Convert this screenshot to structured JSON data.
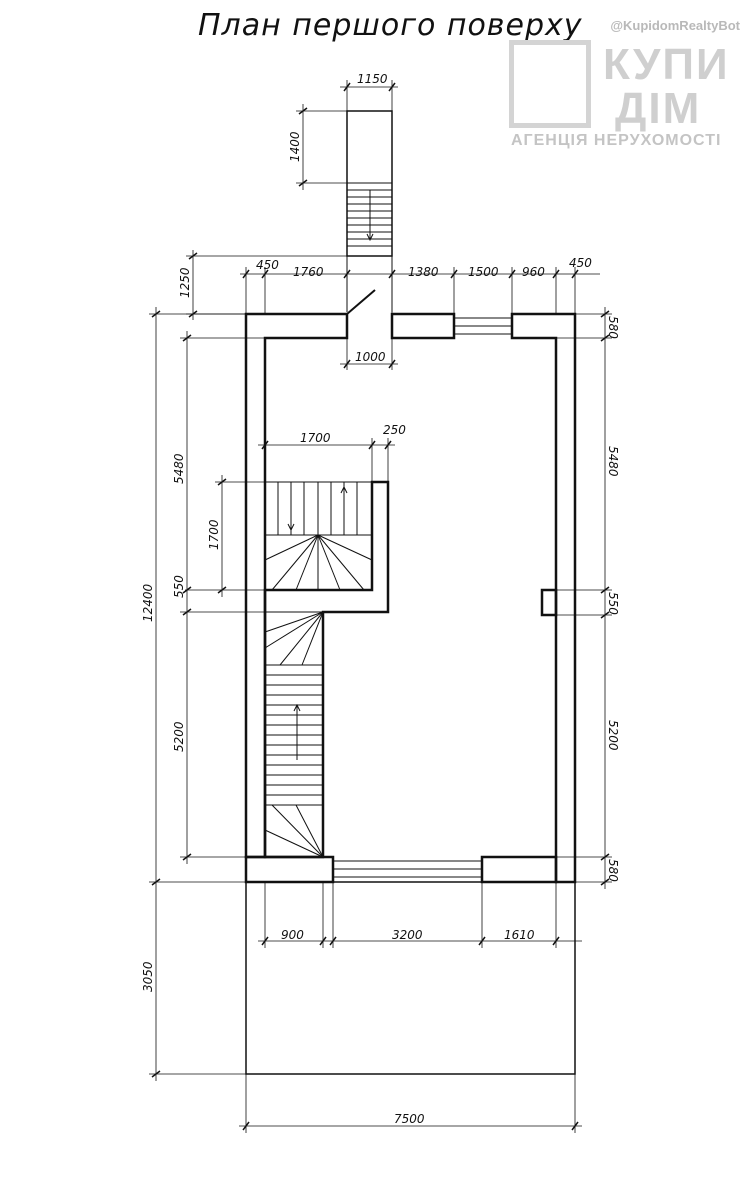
{
  "title": "План першого поверху",
  "watermark": {
    "bot": "@KupidomRealtyBot",
    "brand_line1": "КУПИ",
    "brand_line2": "ДІМ",
    "agency": "АГЕНЦІЯ НЕРУХОМОСТІ"
  },
  "dimensions": {
    "porch_width": "1150",
    "porch_length": "1400",
    "porch_offset": "1250",
    "top_left_wall": "450",
    "top_left_span": "1760",
    "top_mid1": "1380",
    "top_mid2": "1500",
    "top_mid3": "960",
    "top_right_wall": "450",
    "door": "1000",
    "stair_width": "1700",
    "stair_wall": "250",
    "stair_height": "1700",
    "left_upper": "5480",
    "left_mid": "550",
    "left_lower": "5200",
    "overall_height": "12400",
    "right_top": "580",
    "right_upper": "5480",
    "right_mid": "550",
    "right_lower": "5200",
    "right_bottom": "580",
    "bottom_left": "900",
    "bottom_mid": "3200",
    "bottom_right": "1610",
    "terrace_depth": "3050",
    "overall_width": "7500"
  }
}
